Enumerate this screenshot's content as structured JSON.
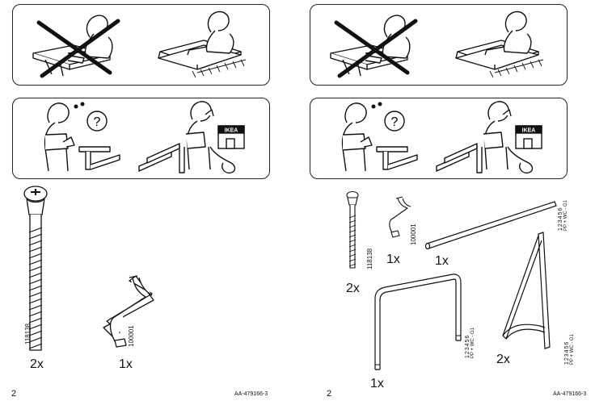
{
  "pages": [
    {
      "page_number": "2",
      "doc_id": "AA-479166-3",
      "parts": [
        {
          "code": "118138",
          "qty": "2x"
        },
        {
          "code": "100001",
          "qty": "1x"
        }
      ]
    },
    {
      "page_number": "2",
      "doc_id": "AA-479166-3",
      "parts": [
        {
          "code": "118138",
          "qty": "2x"
        },
        {
          "code": "100001",
          "qty": "1x"
        },
        {
          "qty": "1x",
          "code_lines": [
            "123456",
            "PP + WC - G1"
          ]
        },
        {
          "qty": "1x",
          "code_lines": [
            "123456",
            "PP + WC - G1"
          ]
        },
        {
          "qty": "2x",
          "code_lines": [
            "123456",
            "PP + WC - G1"
          ]
        }
      ]
    }
  ],
  "sign_text": "IKEA",
  "question_mark": "?"
}
